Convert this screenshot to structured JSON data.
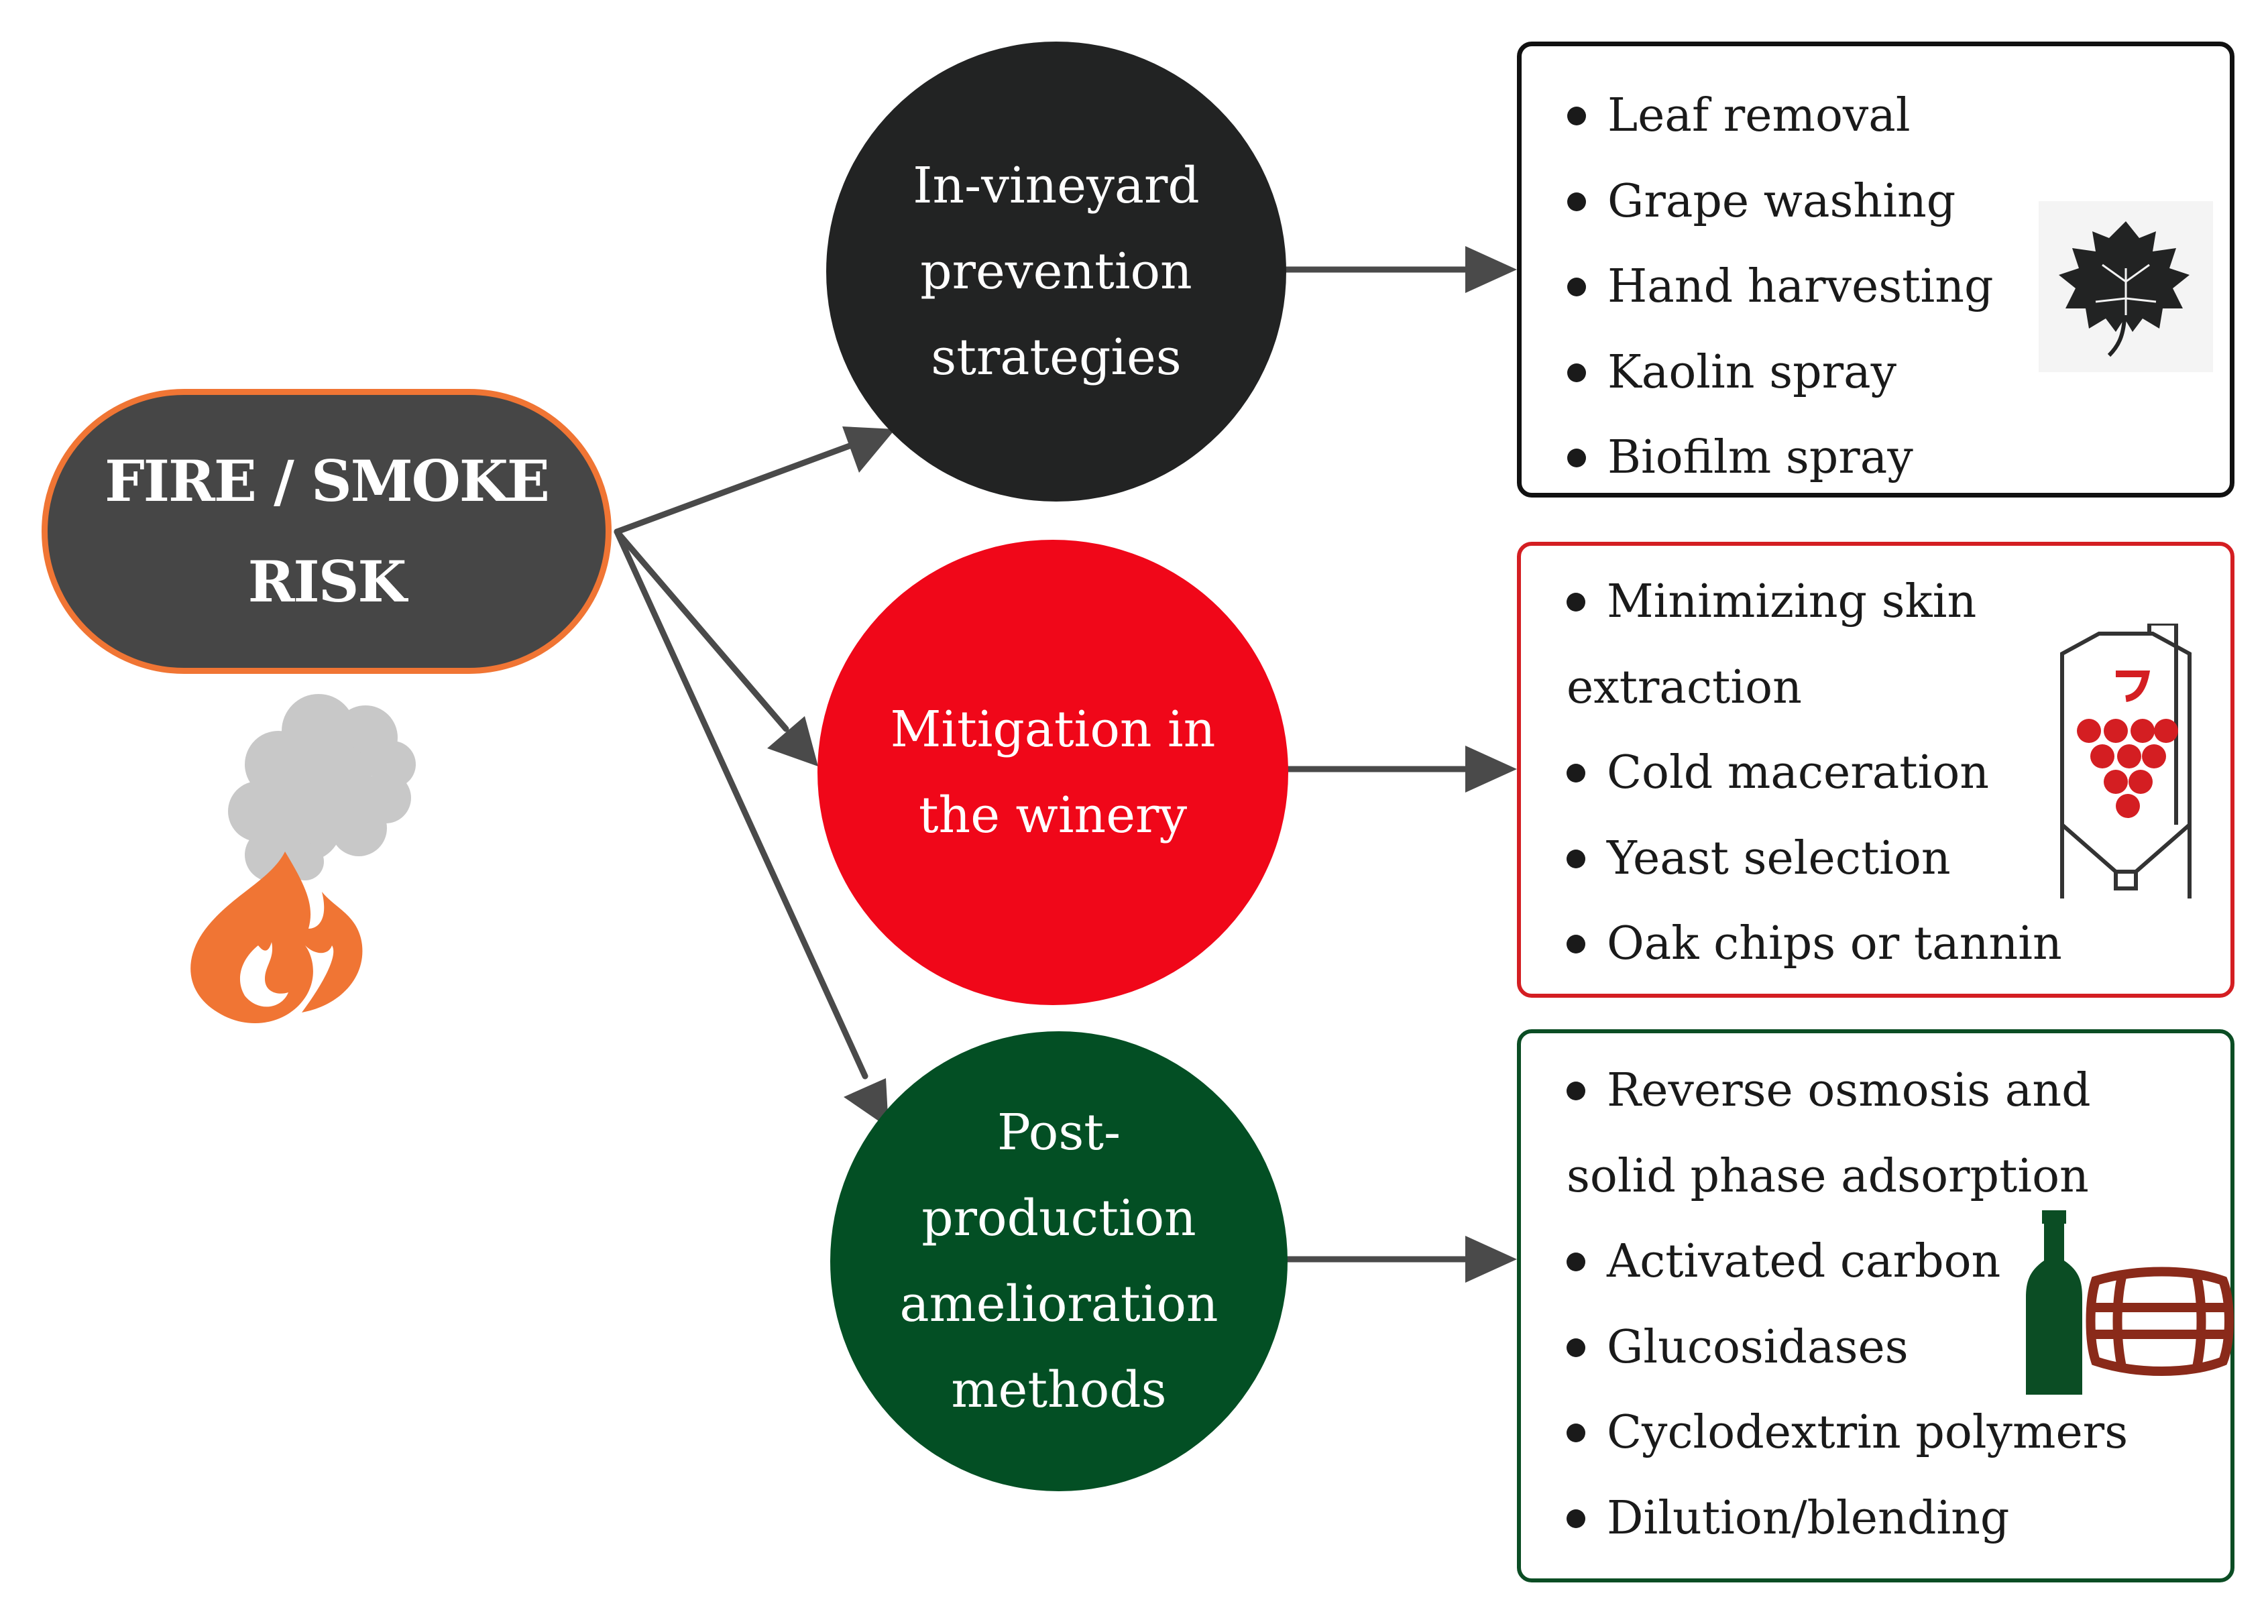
{
  "source": {
    "title": "FIRE / SMOKE RISK",
    "fire_color": "#f07534",
    "smoke_color": "#c8c8c8"
  },
  "branches": [
    {
      "label": "In-vineyard prevention strategies",
      "circle_color": "#222323",
      "box_border": "#111111",
      "icon": "grape-leaf-icon",
      "items": [
        "Leaf removal",
        "Grape washing",
        "Hand harvesting",
        "Kaolin spray",
        "Biofilm spray"
      ]
    },
    {
      "label": "Mitigation in the winery",
      "circle_color": "#f00719",
      "box_border": "#d41e22",
      "icon": "fermentation-tank-icon",
      "items": [
        "Minimizing skin",
        "extraction",
        "Cold maceration",
        "Yeast selection",
        "Oak chips or tannin"
      ]
    },
    {
      "label": "Post-production amelioration methods",
      "circle_color": "#034f24",
      "box_border": "#0b4d24",
      "icon": "bottle-and-barrel-icon",
      "items": [
        "Reverse osmosis and",
        "solid phase adsorption",
        "Activated carbon",
        "Glucosidases",
        "Cyclodextrin polymers",
        "Dilution/blending"
      ]
    }
  ],
  "arrow_color": "#4a4a4a"
}
